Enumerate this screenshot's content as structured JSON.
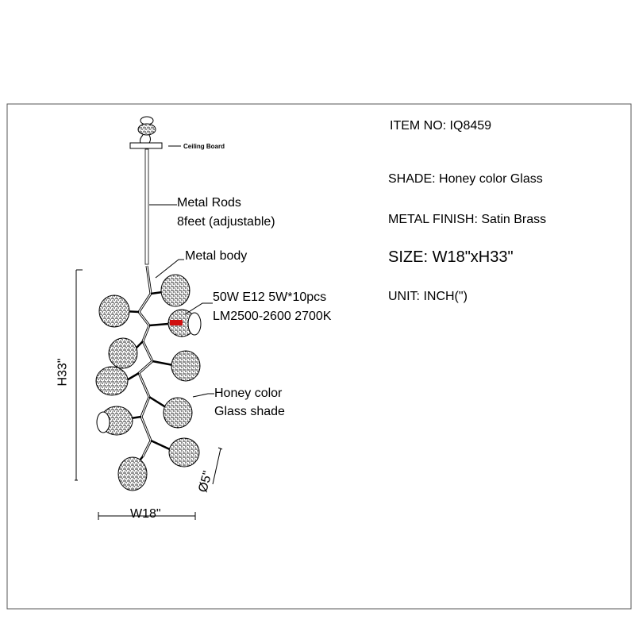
{
  "specs": {
    "item_no": "ITEM NO: IQ8459",
    "shade": "SHADE: Honey color Glass",
    "metal_finish": "METAL FINISH: Satin Brass",
    "size": "SIZE: W18\"xH33\"",
    "unit": "UNIT:  INCH(\")"
  },
  "callouts": {
    "ceiling_board": "Ceiling Board",
    "metal_rods_line1": "Metal Rods",
    "metal_rods_line2": "8feet (adjustable)",
    "metal_body": "Metal body",
    "bulb_line1": "50W E12 5W*10pcs",
    "bulb_line2": "LM2500-2600 2700K",
    "shade_line1": "Honey color",
    "shade_line2": "Glass shade"
  },
  "dimensions": {
    "height": "H33\"",
    "width": "W18\"",
    "shade_diameter": "Ø5\""
  },
  "colors": {
    "line": "#000000",
    "bulb": "#d01010"
  }
}
